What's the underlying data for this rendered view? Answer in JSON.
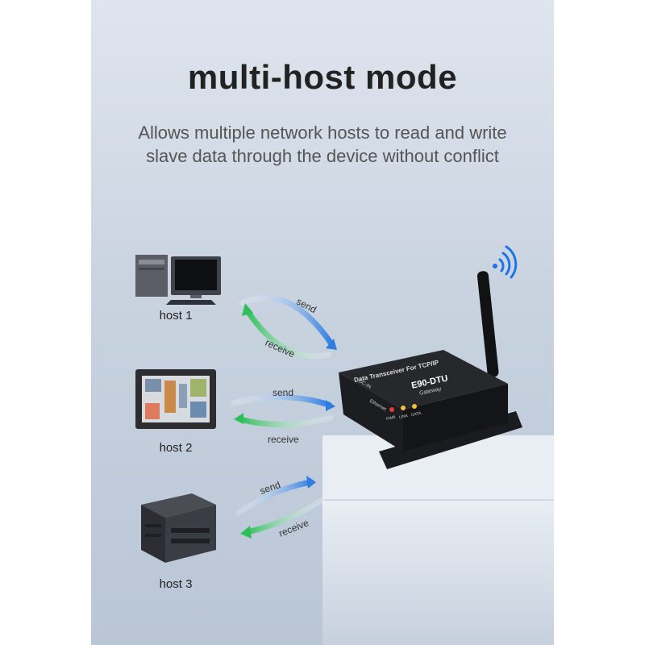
{
  "title": "multi-host mode",
  "subtitle": {
    "line1": "Allows multiple network hosts to read and write",
    "line2": "slave data through the device without conflict"
  },
  "hosts": [
    {
      "label": "host 1",
      "icon": "desktop-computer-icon"
    },
    {
      "label": "host 2",
      "icon": "hmi-touch-panel-icon"
    },
    {
      "label": "host 3",
      "icon": "plc-module-icon"
    }
  ],
  "arrows": {
    "send": "send",
    "receive": "receive"
  },
  "device": {
    "model": "E90-DTU",
    "subtitle": "Gateway",
    "caption": "Data Transceiver For TCP/IP",
    "port_dc": "DC-IN",
    "port_eth": "Ethernet",
    "leds": [
      "PWR",
      "LINK",
      "DATA"
    ],
    "colors": {
      "pwr": "#e23b3b",
      "link": "#f2c230",
      "data": "#f2c230"
    }
  },
  "colors": {
    "send_arrow": "#2f7de0",
    "receive_arrow": "#2fbf5a",
    "wifi": "#1e73e8"
  }
}
